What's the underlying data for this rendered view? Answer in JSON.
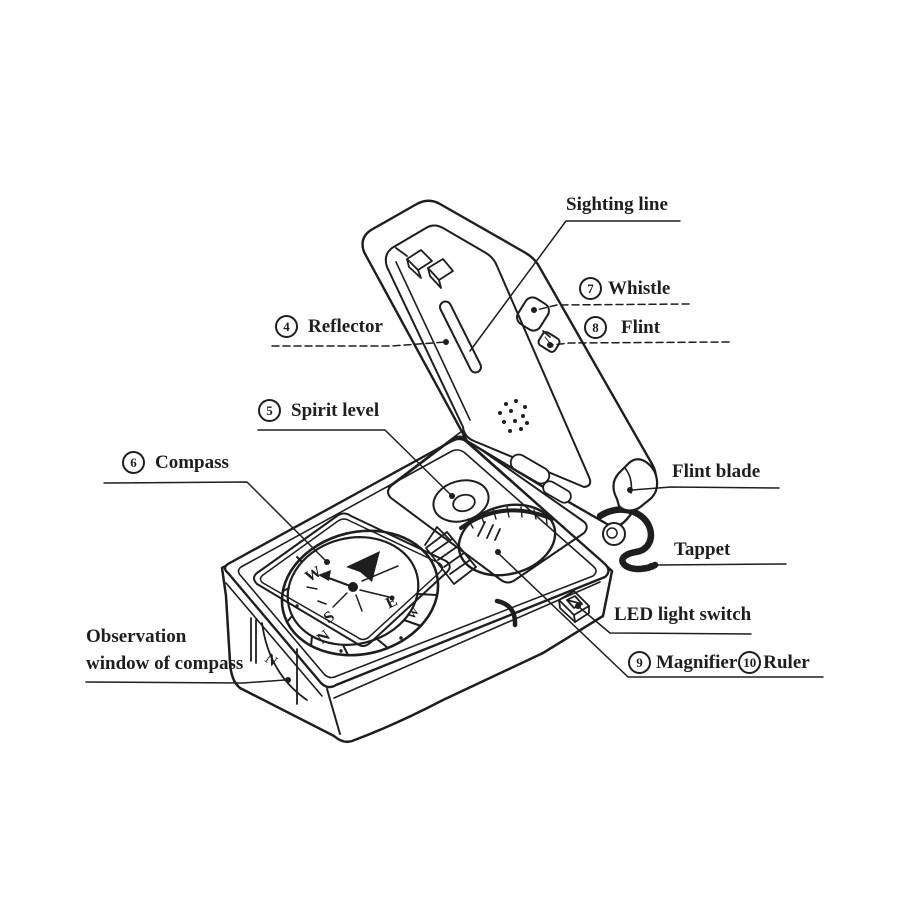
{
  "figure": {
    "type": "labeled parts diagram",
    "subject": "Multifunction folding compass"
  },
  "callouts": {
    "sighting_line": {
      "text": "Sighting line"
    },
    "whistle": {
      "number": "7",
      "text": "Whistle"
    },
    "flint": {
      "number": "8",
      "text": "Flint"
    },
    "reflector": {
      "number": "4",
      "text": "Reflector"
    },
    "spirit_level": {
      "number": "5",
      "text": "Spirit level"
    },
    "compass": {
      "number": "6",
      "text": "Compass"
    },
    "flint_blade": {
      "text": "Flint blade"
    },
    "tappet": {
      "text": "Tappet"
    },
    "led_light_switch": {
      "text": "LED light switch"
    },
    "magnifier": {
      "number": "9",
      "text": "Magnifier"
    },
    "ruler": {
      "number": "10",
      "text": "Ruler"
    },
    "observation_window": {
      "line1": "Observation",
      "line2": "window of compass"
    }
  },
  "compass_dial": {
    "letter_west": "W",
    "letter_east": "E",
    "letter_south": "S",
    "letter_north": "N",
    "ring_letter": "W"
  },
  "observation_window_marking": {
    "letter": "N"
  },
  "colors": {
    "ink": "#1e1e1e",
    "paper": "#ffffff"
  }
}
